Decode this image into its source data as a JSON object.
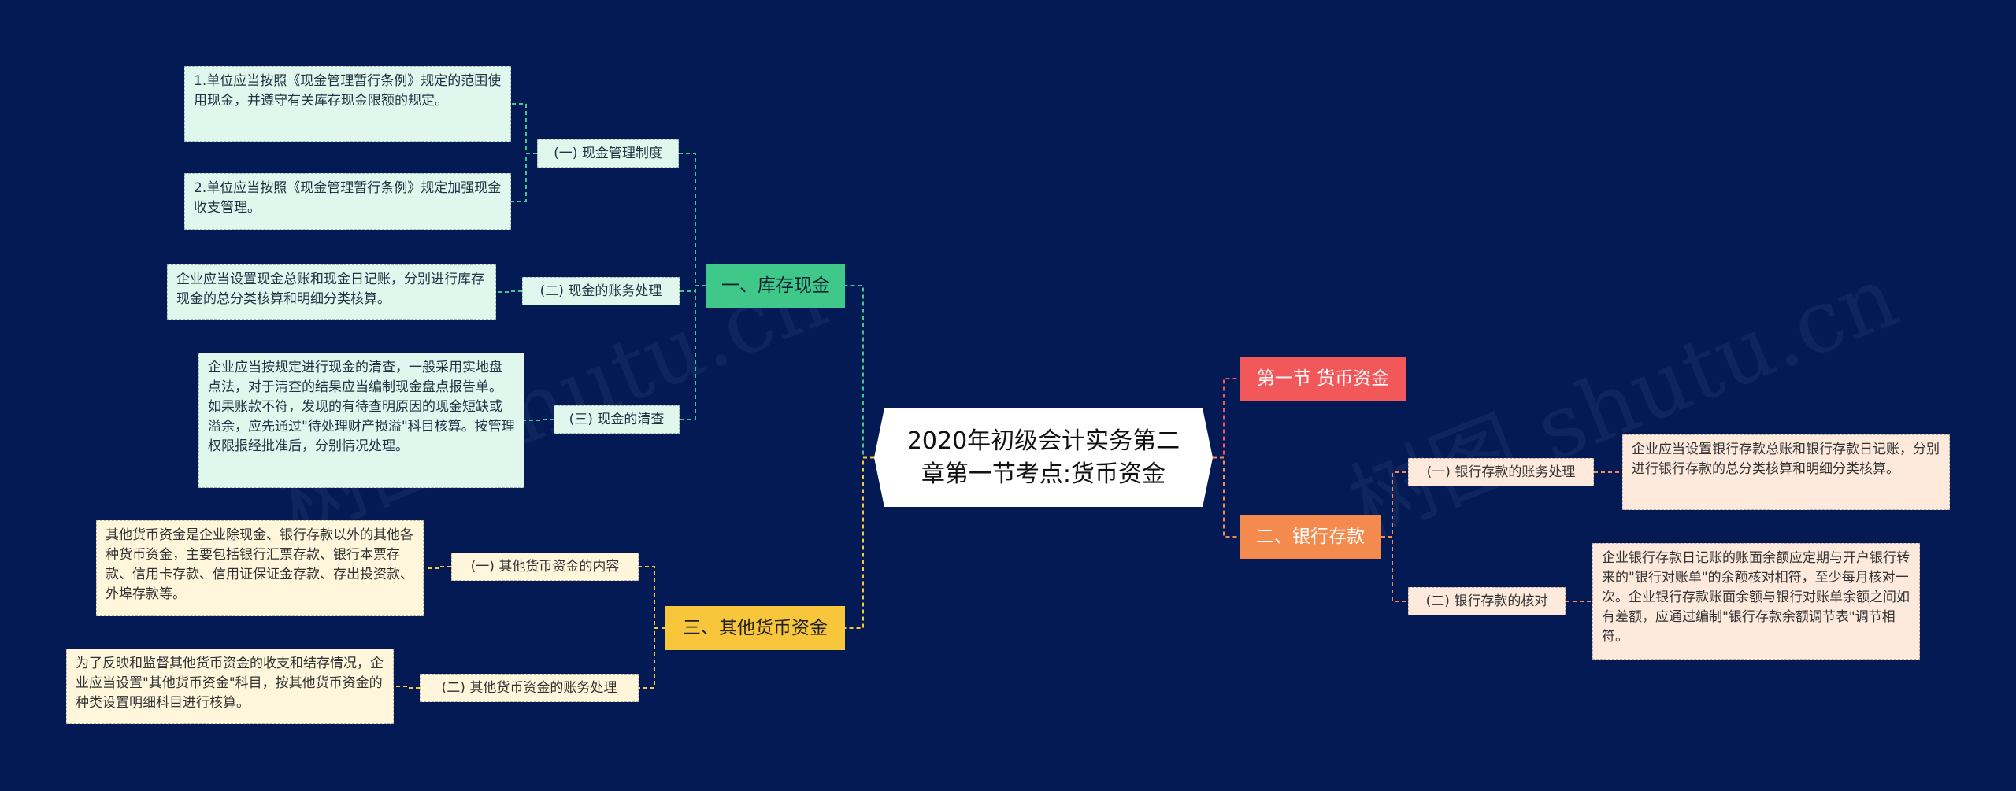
{
  "watermarks": [
    "树图 shutu.cn",
    "树图 shutu.cn"
  ],
  "central": "2020年初级会计实务第二章第一节考点:货币资金",
  "branches": {
    "cash": {
      "label": "一、库存现金",
      "subs": [
        {
          "label": "(一) 现金管理制度",
          "leaves": [
            "1.单位应当按照《现金管理暂行条例》规定的范围使用现金，并遵守有关库存现金限额的规定。",
            "2.单位应当按照《现金管理暂行条例》规定加强现金收支管理。"
          ]
        },
        {
          "label": "(二) 现金的账务处理",
          "leaves": [
            "企业应当设置现金总账和现金日记账，分别进行库存现金的总分类核算和明细分类核算。"
          ]
        },
        {
          "label": "(三) 现金的清查",
          "leaves": [
            "企业应当按规定进行现金的清查，一般采用实地盘点法，对于清查的结果应当编制现金盘点报告单。如果账款不符，发现的有待查明原因的现金短缺或溢余，应先通过\"待处理财产损溢\"科目核算。按管理权限报经批准后，分别情况处理。"
          ]
        }
      ]
    },
    "other": {
      "label": "三、其他货币资金",
      "subs": [
        {
          "label": "(一) 其他货币资金的内容",
          "leaves": [
            "其他货币资金是企业除现金、银行存款以外的其他各种货币资金，主要包括银行汇票存款、银行本票存款、信用卡存款、信用证保证金存款、存出投资款、外埠存款等。"
          ]
        },
        {
          "label": "(二) 其他货币资金的账务处理",
          "leaves": [
            "为了反映和监督其他货币资金的收支和结存情况，企业应当设置\"其他货币资金\"科目，按其他货币资金的种类设置明细科目进行核算。"
          ]
        }
      ]
    },
    "section": {
      "label": "第一节 货币资金"
    },
    "bank": {
      "label": "二、银行存款",
      "subs": [
        {
          "label": "(一) 银行存款的账务处理",
          "leaves": [
            "企业应当设置银行存款总账和银行存款日记账，分别进行银行存款的总分类核算和明细分类核算。"
          ]
        },
        {
          "label": "(二) 银行存款的核对",
          "leaves": [
            "企业银行存款日记账的账面余额应定期与开户银行转来的\"银行对账单\"的余额核对相符，至少每月核对一次。企业银行存款账面余额与银行对账单余额之间如有差额，应通过编制\"银行存款余额调节表\"调节相符。"
          ]
        }
      ]
    }
  },
  "colors": {
    "background": "#031a55",
    "cash_line": "#3fc88a",
    "other_line": "#f7c63a",
    "section_line": "#f2575a",
    "bank_line": "#f58a4e"
  }
}
